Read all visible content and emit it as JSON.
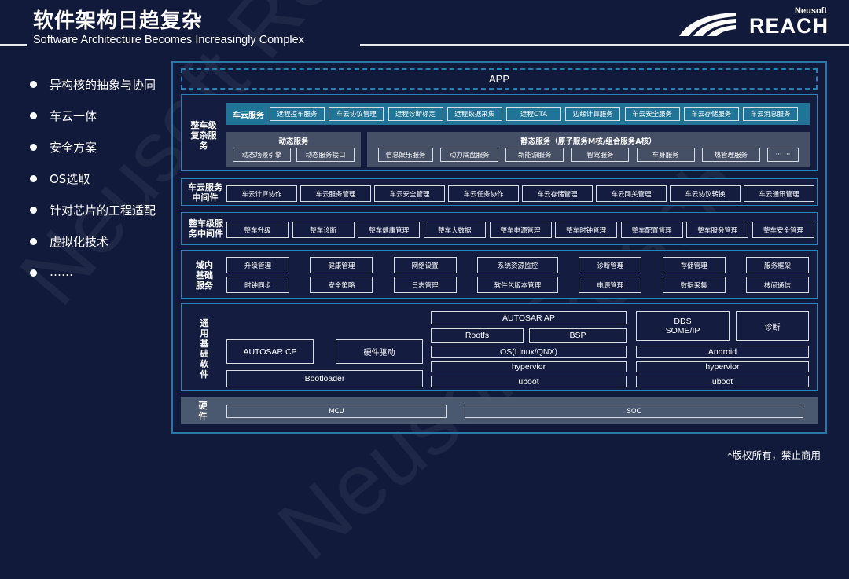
{
  "header": {
    "title": "软件架构日趋复杂",
    "subtitle": "Software Architecture Becomes Increasingly Complex"
  },
  "logo": {
    "brand_top": "Neusoft",
    "brand": "REACH"
  },
  "bullets": [
    "异构核的抽象与协同",
    "车云一体",
    "安全方案",
    "OS选取",
    "针对芯片的工程适配",
    "虚拟化技术",
    "……"
  ],
  "app": "APP",
  "complex": {
    "label": "整车级复杂服务",
    "cloud_title": "车云服务",
    "cloud_items": [
      "远程控车服务",
      "车云协议管理",
      "远程诊断标定",
      "远程数据采集",
      "远程OTA",
      "边缘计算服务",
      "车云安全服务",
      "车云存储服务",
      "车云消息服务"
    ],
    "dynamic_title": "动态服务",
    "dynamic_items": [
      "动态场景引擎",
      "动态服务接口"
    ],
    "static_title": "静态服务（原子服务M核/组合服务A核）",
    "static_items": [
      "信息娱乐服务",
      "动力底盘服务",
      "新能源服务",
      "智驾服务",
      "车身服务",
      "热管理服务",
      "··· ···"
    ]
  },
  "cloud_mw": {
    "label": "车云服务中间件",
    "items": [
      "车云计算协作",
      "车云服务管理",
      "车云安全管理",
      "车云任务协作",
      "车云存储管理",
      "车云网关管理",
      "车云协议转换",
      "车云通讯管理"
    ]
  },
  "vehicle_mw": {
    "label": "整车级服务中间件",
    "items": [
      "整车升级",
      "整车诊断",
      "整车健康管理",
      "整车大数据",
      "整车电源管理",
      "整车时钟管理",
      "整车配置管理",
      "整车服务管理",
      "整车安全管理"
    ]
  },
  "domain": {
    "label": "域内基础服务",
    "row1": [
      "升级管理",
      "健康管理",
      "网络设置",
      "系统资源监控",
      "诊断管理",
      "存储管理",
      "服务框架"
    ],
    "row2": [
      "时钟同步",
      "安全策略",
      "日志管理",
      "软件包版本管理",
      "电源管理",
      "数据采集",
      "核间通信"
    ]
  },
  "base": {
    "label": "通用基础软件",
    "autosar_cp": "AUTOSAR CP",
    "hw_driver": "硬件驱动",
    "bootloader": "Bootloader",
    "autosar_ap": "AUTOSAR AP",
    "rootfs": "Rootfs",
    "bsp": "BSP",
    "os": "OS(Linux/QNX)",
    "hyper1": "hypervior",
    "uboot1": "uboot",
    "dds": "DDS",
    "someip": "SOME/IP",
    "diag": "诊断",
    "android": "Android",
    "hyper2": "hypervior",
    "uboot2": "uboot"
  },
  "hardware": {
    "label": "硬件",
    "mcu": "MCU",
    "soc": "SOC"
  },
  "watermark": "Neusoft Reach",
  "footer": "*版权所有，禁止商用",
  "colors": {
    "background": "#121a3b",
    "frame": "#2b78a8",
    "cloud_strip": "#1f7497",
    "service_panel": "#454f66",
    "hardware": "#4a5870"
  }
}
